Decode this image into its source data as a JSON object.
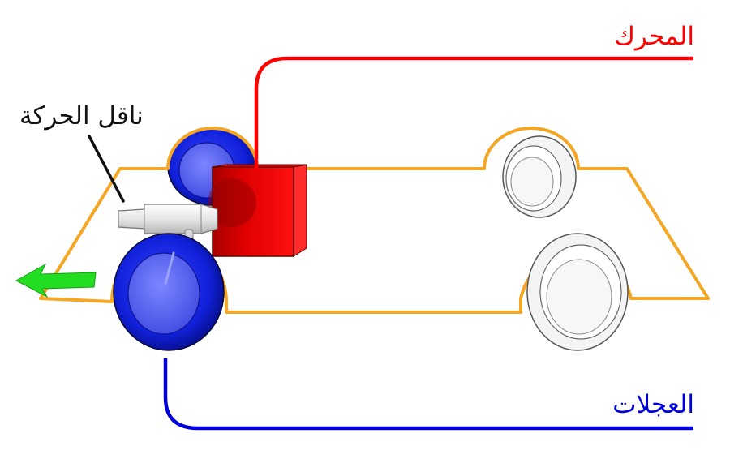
{
  "labels": {
    "engine": "المحرك",
    "transmission": "ناقل الحركة",
    "wheels": "العجلات"
  },
  "colors": {
    "engine": "#ff0000",
    "wheels": "#0000dd",
    "chassis": "#f5a623",
    "arrow": "#22dd22",
    "transmission_text": "#111111"
  }
}
